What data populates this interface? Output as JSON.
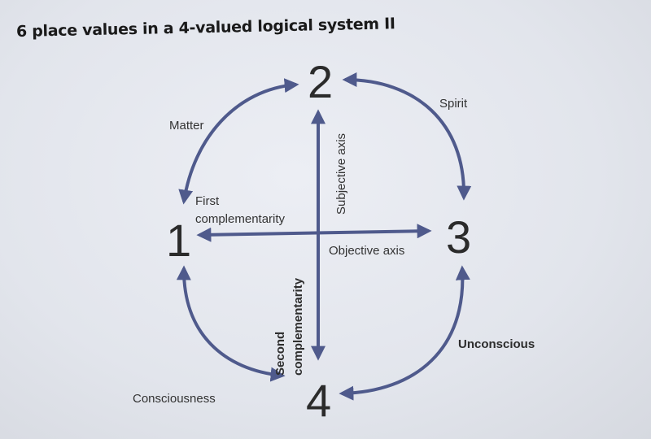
{
  "title": "6 place values in a 4-valued logical system II",
  "nodes": {
    "n1": "1",
    "n2": "2",
    "n3": "3",
    "n4": "4"
  },
  "labels": {
    "matter": "Matter",
    "spirit": "Spirit",
    "unconscious": "Unconscious",
    "consciousness": "Consciousness",
    "first_complementarity_line1": "First",
    "first_complementarity_line2": "complementarity",
    "objective_axis": "Objective axis",
    "subjective_axis": "Subjective axis",
    "second_complementarity_line1": "Second",
    "second_complementarity_line2": "complementarity"
  },
  "colors": {
    "arrow": "#4f5a8c",
    "text": "#2b2b2b"
  }
}
